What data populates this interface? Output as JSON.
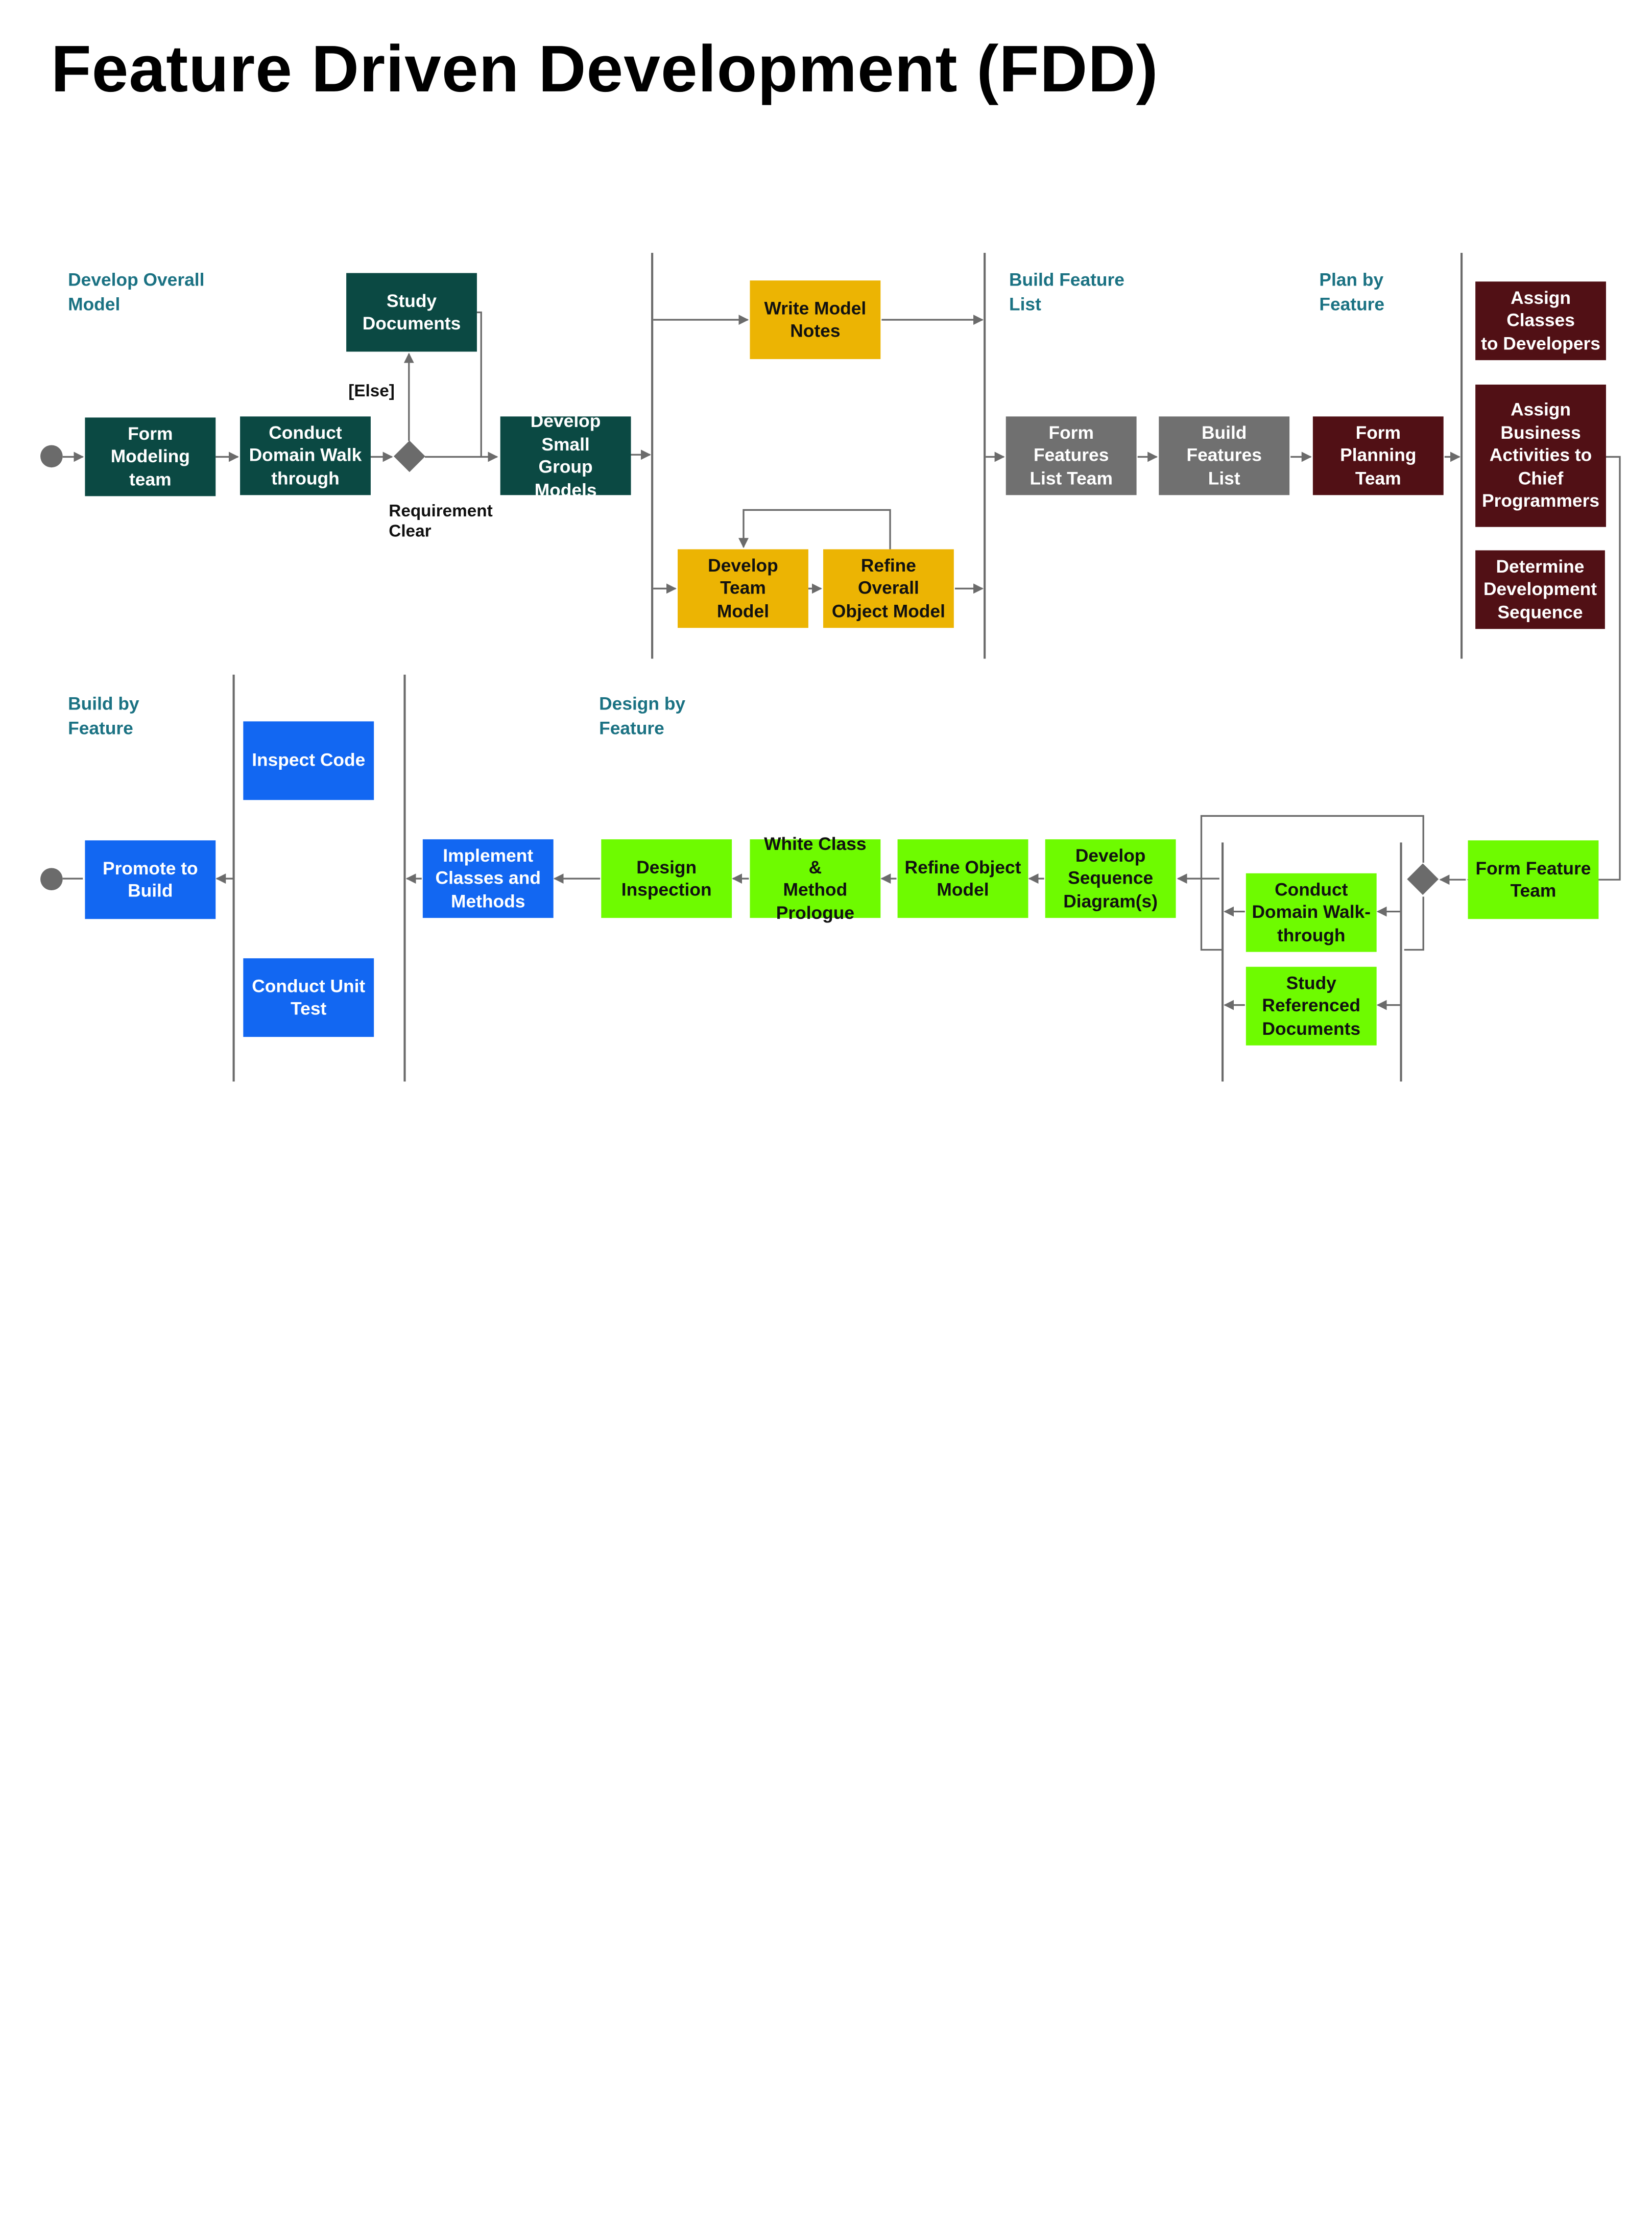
{
  "title": "Feature Driven Development (FDD)",
  "phases": {
    "develop_overall_model": "Develop Overall\nModel",
    "build_feature_list": "Build Feature\nList",
    "plan_by_feature": "Plan by\nFeature",
    "build_by_feature": "Build by\nFeature",
    "design_by_feature": "Design by\nFeature"
  },
  "notes": {
    "else": "[Else]",
    "requirement_clear": "Requirement\nClear"
  },
  "steps": {
    "form_modeling_team": "Form\nModeling\nteam",
    "conduct_domain_walkthrough": "Conduct\nDomain Walk\nthrough",
    "study_documents": "Study\nDocuments",
    "develop_small_group_models": "Develop Small\nGroup Models",
    "write_model_notes": "Write Model\nNotes",
    "develop_team_model": "Develop Team\nModel",
    "refine_overall_object_model": "Refine Overall\nObject Model",
    "form_features_list_team": "Form Features\nList Team",
    "build_features_list": "Build Features\nList",
    "form_planning_team": "Form Planning\nTeam",
    "assign_classes_to_developers": "Assign Classes\nto Developers",
    "assign_business_activities": "Assign\nBusiness\nActivities to\nChief\nProgrammers",
    "determine_development_sequence": "Determine\nDevelopment\nSequence",
    "form_feature_team": "Form Feature\nTeam",
    "conduct_domain_walkthrough_2": "Conduct\nDomain Walk-\nthrough",
    "study_referenced_documents": "Study\nReferenced\nDocuments",
    "develop_sequence_diagrams": "Develop\nSequence\nDiagram(s)",
    "refine_object_model": "Refine Object\nModel",
    "white_class_method_prologue": "White Class &\nMethod\nPrologue",
    "design_inspection": "Design\nInspection",
    "implement_classes_and_methods": "Implement\nClasses and\nMethods",
    "inspect_code": "Inspect Code",
    "conduct_unit_test": "Conduct Unit\nTest",
    "promote_to_build": "Promote to\nBuild"
  },
  "colors": {
    "develop_model": "#0b4943",
    "model_notes": "#ecb403",
    "feature_list": "#707070",
    "plan": "#511015",
    "design": "#6efb00",
    "build": "#1267f2",
    "phase_label": "#1b7283",
    "connector": "#6b6b6b"
  }
}
